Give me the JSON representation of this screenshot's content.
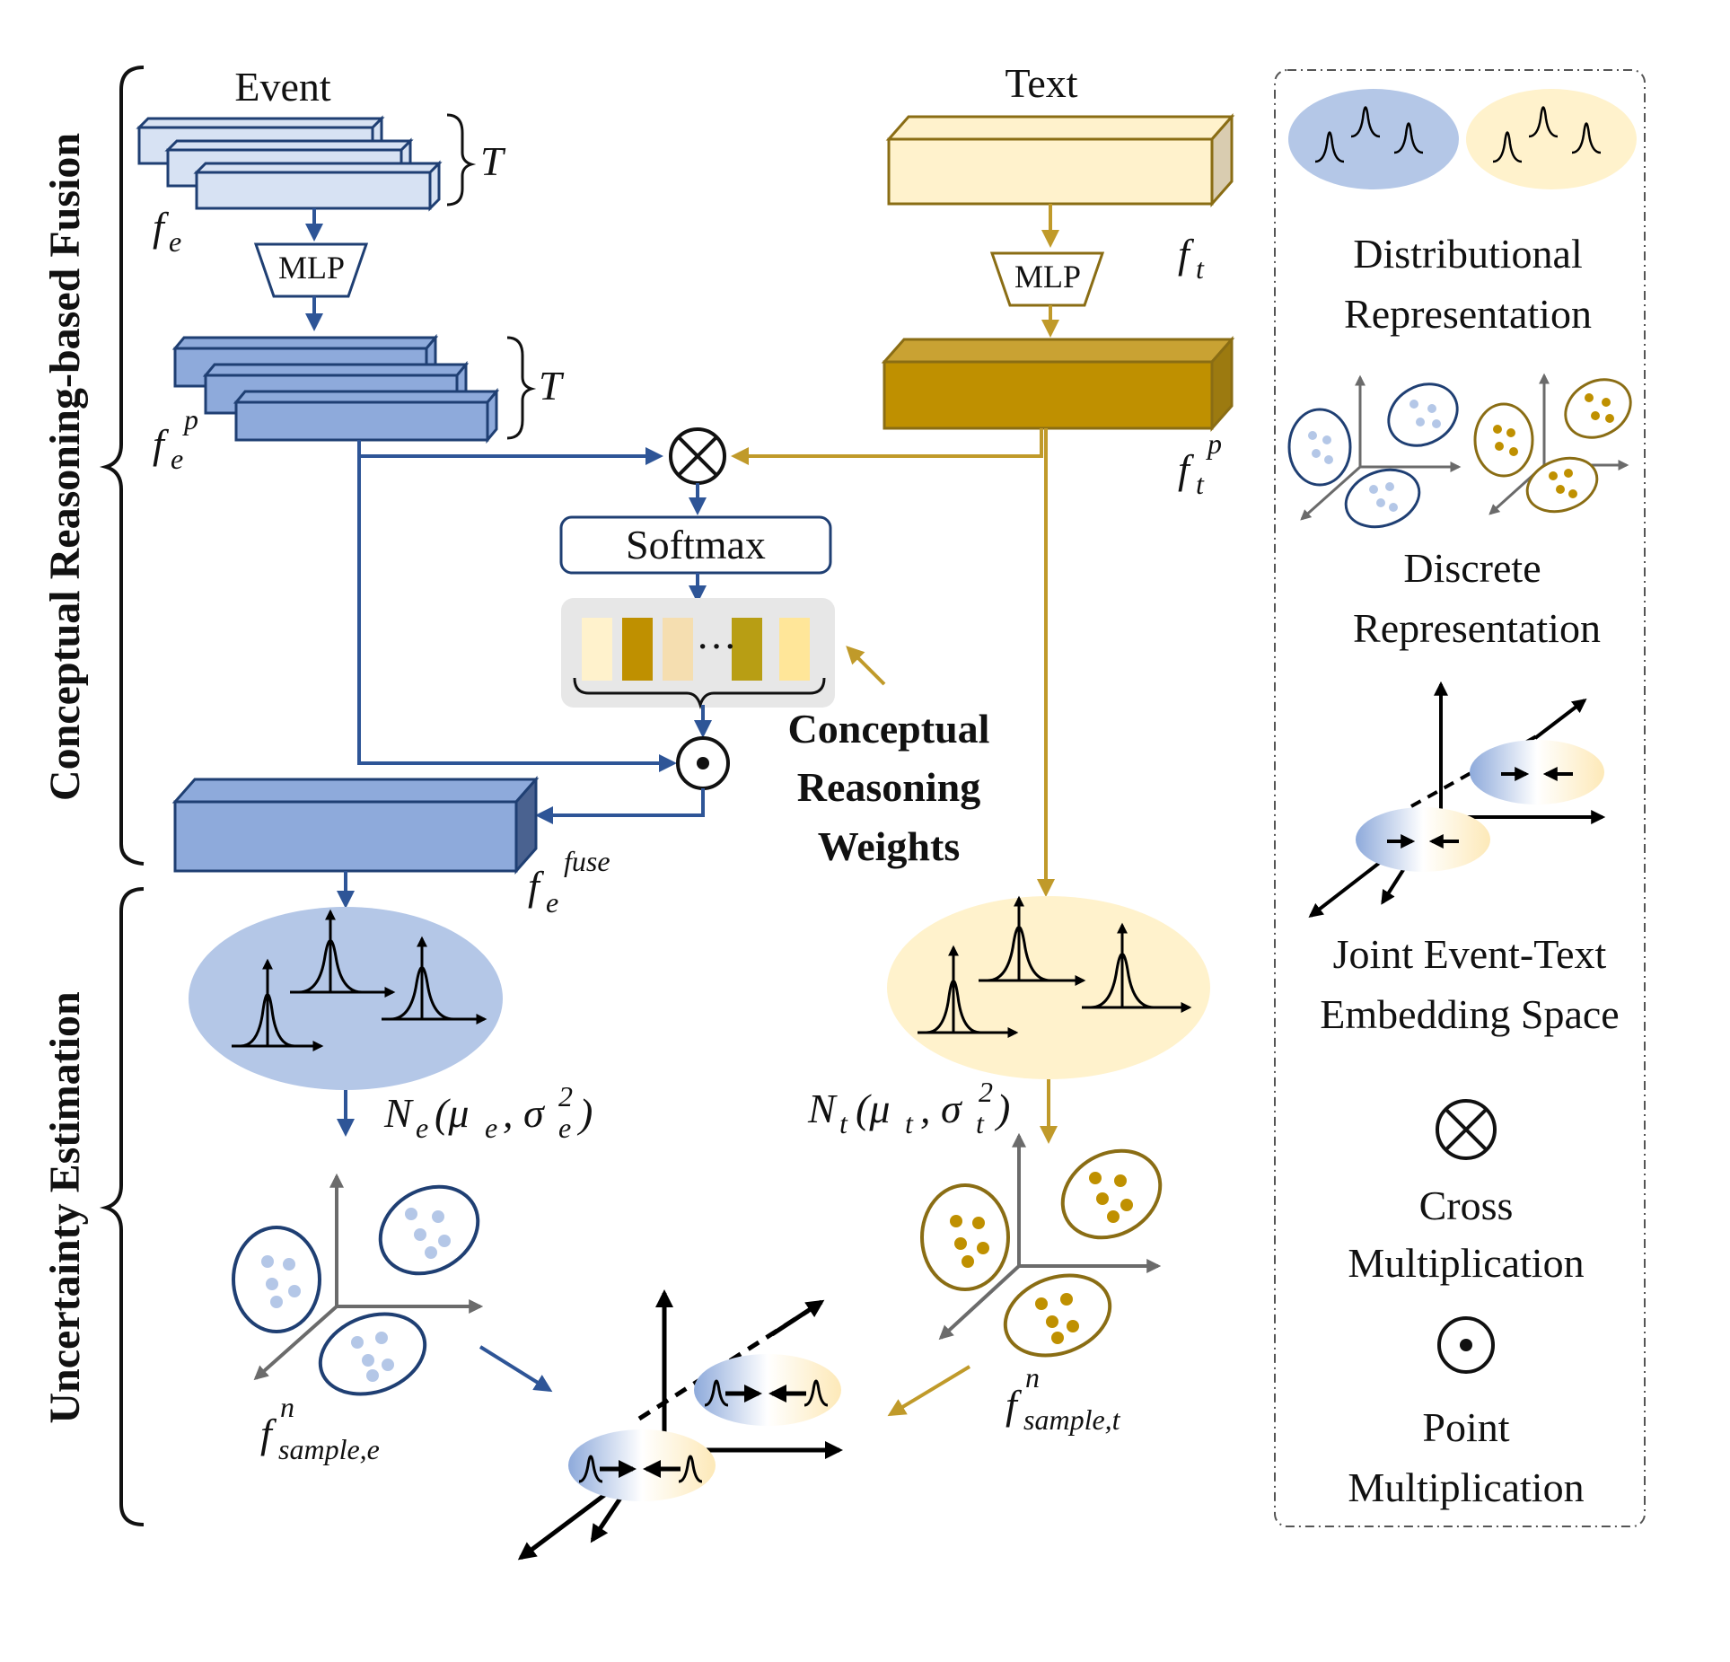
{
  "sections": {
    "fusion": "Conceptual Reasoning-based Fusion",
    "uncertainty": "Uncertainty Estimation"
  },
  "inputs": {
    "event_title": "Event",
    "text_title": "Text",
    "seq_len": "T"
  },
  "blocks": {
    "mlp_event": "MLP",
    "mlp_text": "MLP",
    "softmax": "Softmax",
    "ellipsis": "···"
  },
  "vars": {
    "f": "f",
    "e": "e",
    "t": "t",
    "p": "p",
    "fuse": "fuse",
    "n": "n",
    "sample_e": "sample,e",
    "sample_t": "sample,t",
    "N": "N",
    "dist_e_args": "(μ",
    "dist_e_mid": ", σ",
    "sq": "2",
    "close": ")"
  },
  "weights_label": [
    "Conceptual",
    "Reasoning",
    "Weights"
  ],
  "legend": {
    "distributional": [
      "Distributional",
      "Representation"
    ],
    "discrete": [
      "Discrete",
      "Representation"
    ],
    "joint": [
      "Joint Event-Text",
      "Embedding Space"
    ],
    "cross": [
      "Cross",
      "Multiplication"
    ],
    "point": [
      "Point",
      "Multiplication"
    ]
  },
  "colors": {
    "event_dark": "#1f3f73",
    "event_arrow": "#2e5597",
    "event_fill_light": "#d7e2f3",
    "event_fill_mid": "#8eaadb",
    "event_ellipse": "#b4c7e7",
    "text_dark": "#8a6d14",
    "text_arrow": "#c09a2a",
    "text_fill_light": "#fff2cc",
    "text_fill_dark": "#bf9000",
    "text_ellipse": "#fff2cc"
  },
  "weight_bars": [
    "#fff2cc",
    "#bf9000",
    "#f5deb0",
    "#b89e14",
    "#ffe699"
  ]
}
